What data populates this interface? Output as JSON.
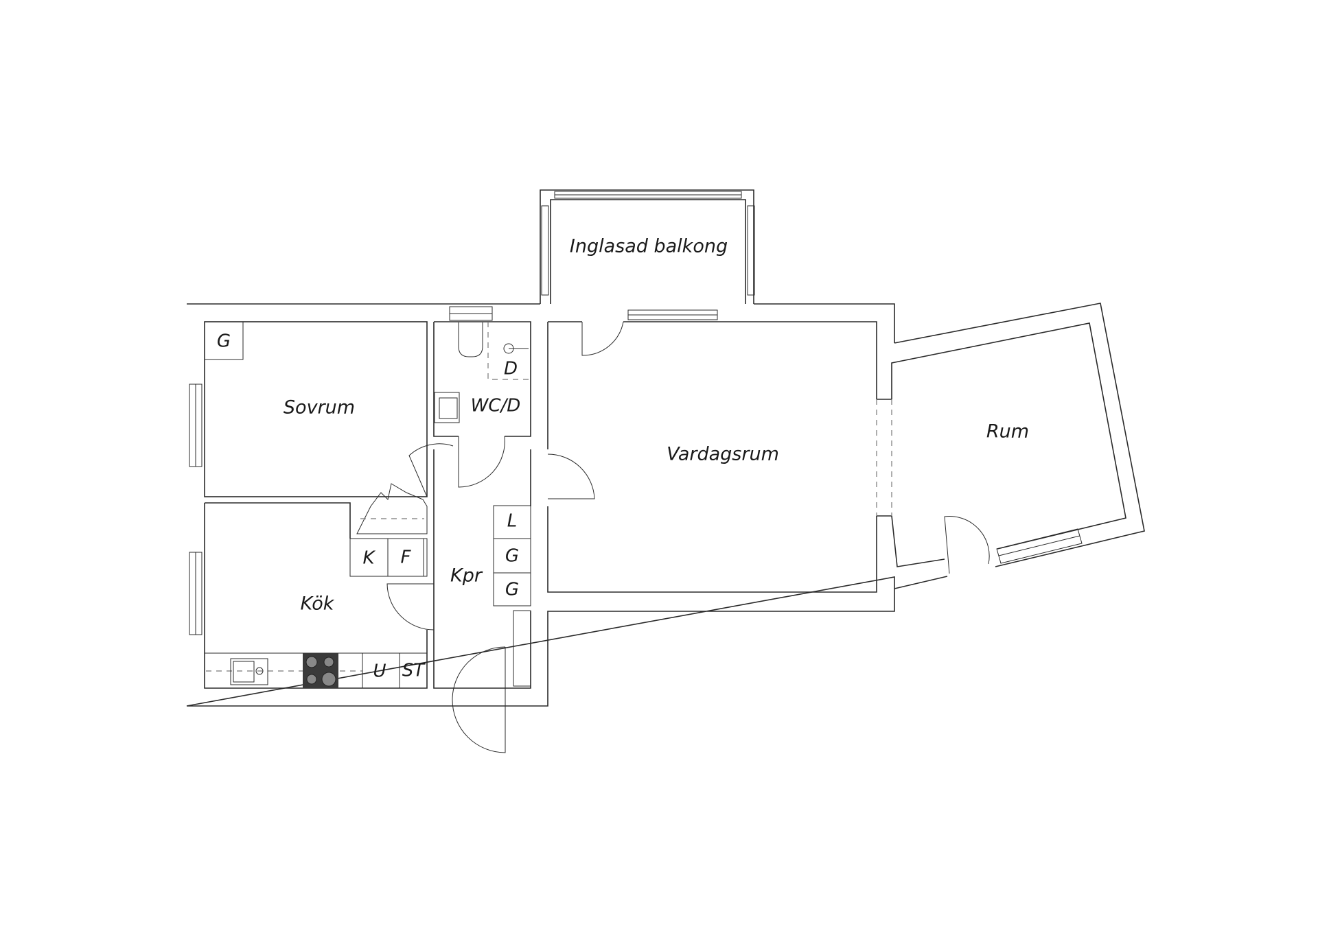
{
  "rooms": {
    "balcony": "Inglasad balkong",
    "bedroom": "Sovrum",
    "wc": "WC/D",
    "shower": "D",
    "living": "Vardagsrum",
    "room": "Rum",
    "kitchen": "Kök",
    "hall": "Kpr"
  },
  "closets": {
    "bedroom_wardrobe": "G",
    "hall_linen": "L",
    "hall_wardrobe_1": "G",
    "hall_wardrobe_2": "G",
    "fridge_k": "K",
    "freezer_f": "F",
    "oven_u": "U",
    "dishwasher_st": "ST"
  }
}
